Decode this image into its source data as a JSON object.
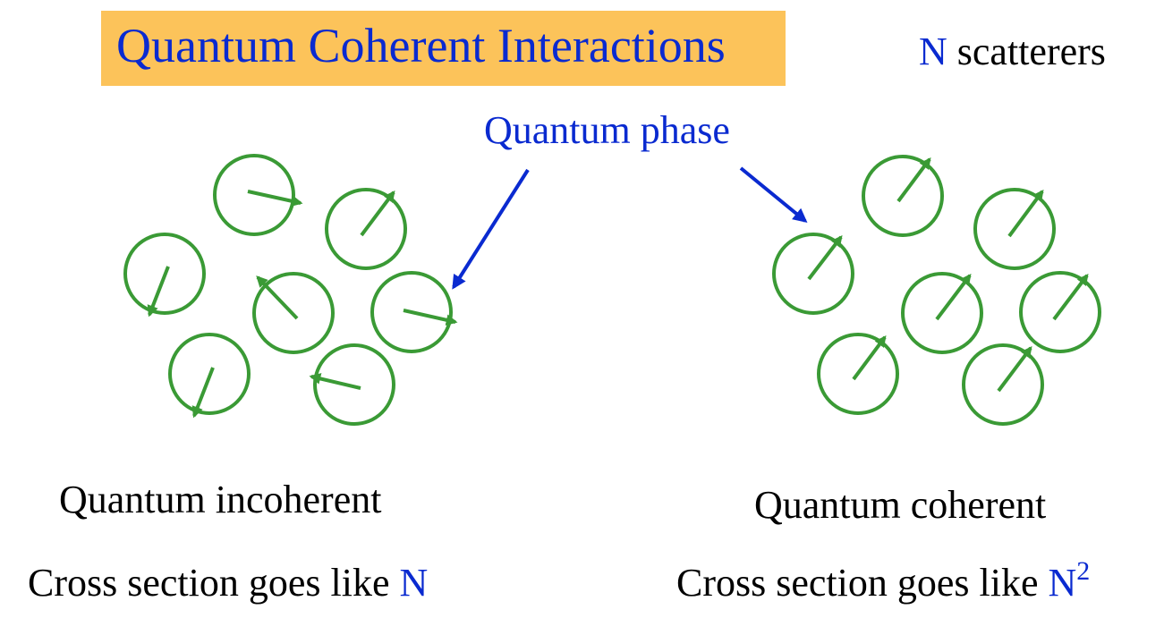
{
  "title": "Quantum Coherent Interactions",
  "scatterers": {
    "symbol": "N",
    "label": "scatterers"
  },
  "phase_label": "Quantum phase",
  "left_panel": {
    "caption": "Quantum incoherent",
    "cross_section_text": "Cross section goes like",
    "cross_section_symbol": "N"
  },
  "right_panel": {
    "caption": "Quantum coherent",
    "cross_section_text": "Cross section goes like",
    "cross_section_symbol": "N",
    "cross_section_exponent": "2"
  },
  "colors": {
    "title_background": "#fcc35a",
    "accent_blue": "#0a2ad0",
    "scatterer_green": "#3a9a35",
    "text": "#000000"
  }
}
